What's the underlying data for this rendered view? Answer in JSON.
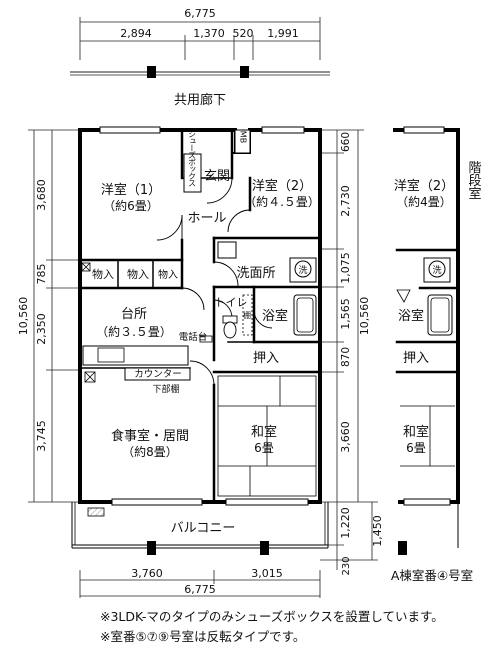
{
  "dims": {
    "top_total": "6,775",
    "top": [
      "2,894",
      "1,370",
      "520",
      "1,991"
    ],
    "bottom_total": "6,775",
    "bottom": [
      "3,760",
      "3,015"
    ],
    "left_total": "10,560",
    "left": [
      "3,680",
      "785",
      "2,350",
      "3,745"
    ],
    "right_total": "10,560",
    "right": [
      "660",
      "2,730",
      "1,075",
      "1,565",
      "870",
      "3,660",
      "1,220",
      "230"
    ],
    "right_outer": "1,450"
  },
  "labels": {
    "corridor": "共用廊下",
    "western1": "洋室（1）",
    "western1_area": "（約6畳）",
    "shoe_box": "シューズボックス",
    "entrance": "玄関",
    "mb": "MB",
    "western2": "洋室（2）",
    "western2_area": "（約４.５畳）",
    "hall": "ホール",
    "closet": "物入",
    "washroom": "洗面所",
    "wash": "洗",
    "kitchen": "台所",
    "kitchen_area": "（約３.５畳）",
    "toilet": "トイレ",
    "shelf": "棚",
    "bath": "浴室",
    "phone": "電話台",
    "oshiire": "押入",
    "counter": "カウンター",
    "under_shelf": "下部棚",
    "dining": "食事室・居間",
    "dining_area": "（約8畳）",
    "washitsu": "和室",
    "washitsu_area": "6畳",
    "balcony": "バルコニー",
    "alt_western2": "洋室（2）",
    "alt_western2_area": "（約4畳）",
    "stairs": "階段室",
    "alt_bath": "浴室",
    "alt_oshiire": "押入",
    "alt_washitsu": "和室",
    "alt_washitsu_area": "6畳",
    "alt_caption": "A棟室番④号室"
  },
  "notes": [
    "※3LDK-マのタイプのみシューズボックスを設置しています。",
    "※室番⑤⑦⑨号室は反転タイプです。"
  ]
}
